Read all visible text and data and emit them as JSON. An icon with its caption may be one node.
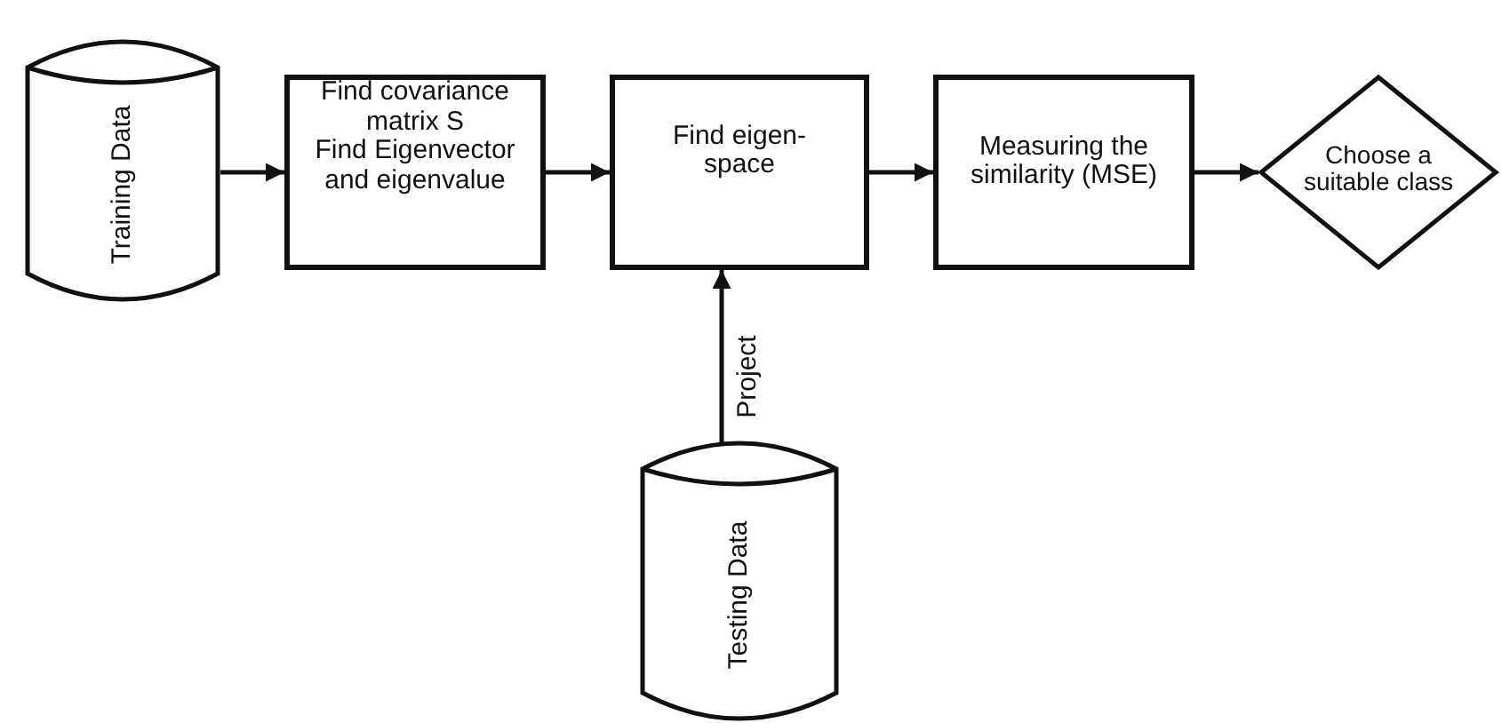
{
  "diagram": {
    "nodes": [
      {
        "text": [
          "Training Data"
        ]
      },
      {
        "text": [
          "Find covariance matrix S",
          "Find Eigenvector and eigenvalue"
        ]
      },
      {
        "text": [
          "Find eigen- space"
        ]
      },
      {
        "text": [
          "Measuring the similarity (MSE)"
        ]
      },
      {
        "text": [
          "Choose a suitable class"
        ]
      },
      {
        "text": [
          "Testing Data"
        ]
      }
    ],
    "edges": [
      {
        "from": 0,
        "to": 1,
        "arrow": "to"
      },
      {
        "from": 1,
        "to": 2,
        "arrow": "to"
      },
      {
        "from": 2,
        "to": 3,
        "arrow": "to"
      },
      {
        "from": 3,
        "to": 4,
        "arrow": "to"
      },
      {
        "from": 5,
        "to": 2,
        "arrow": "to",
        "label": "Project"
      }
    ]
  }
}
